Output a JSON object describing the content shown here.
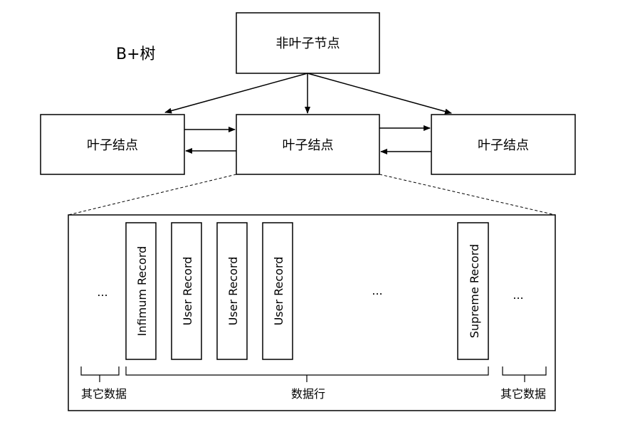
{
  "title": "B+树",
  "nodes": {
    "non_leaf": "非叶子节点",
    "leaf_left": "叶子结点",
    "leaf_center": "叶子结点",
    "leaf_right": "叶子结点"
  },
  "page": {
    "records": [
      "Infimum Record",
      "User Record",
      "User Record",
      "User Record",
      "Supreme Record"
    ],
    "ellipsis_left": "...",
    "ellipsis_middle": "...",
    "ellipsis_right": "...",
    "label_other_left": "其它数据",
    "label_rows": "数据行",
    "label_other_right": "其它数据"
  }
}
